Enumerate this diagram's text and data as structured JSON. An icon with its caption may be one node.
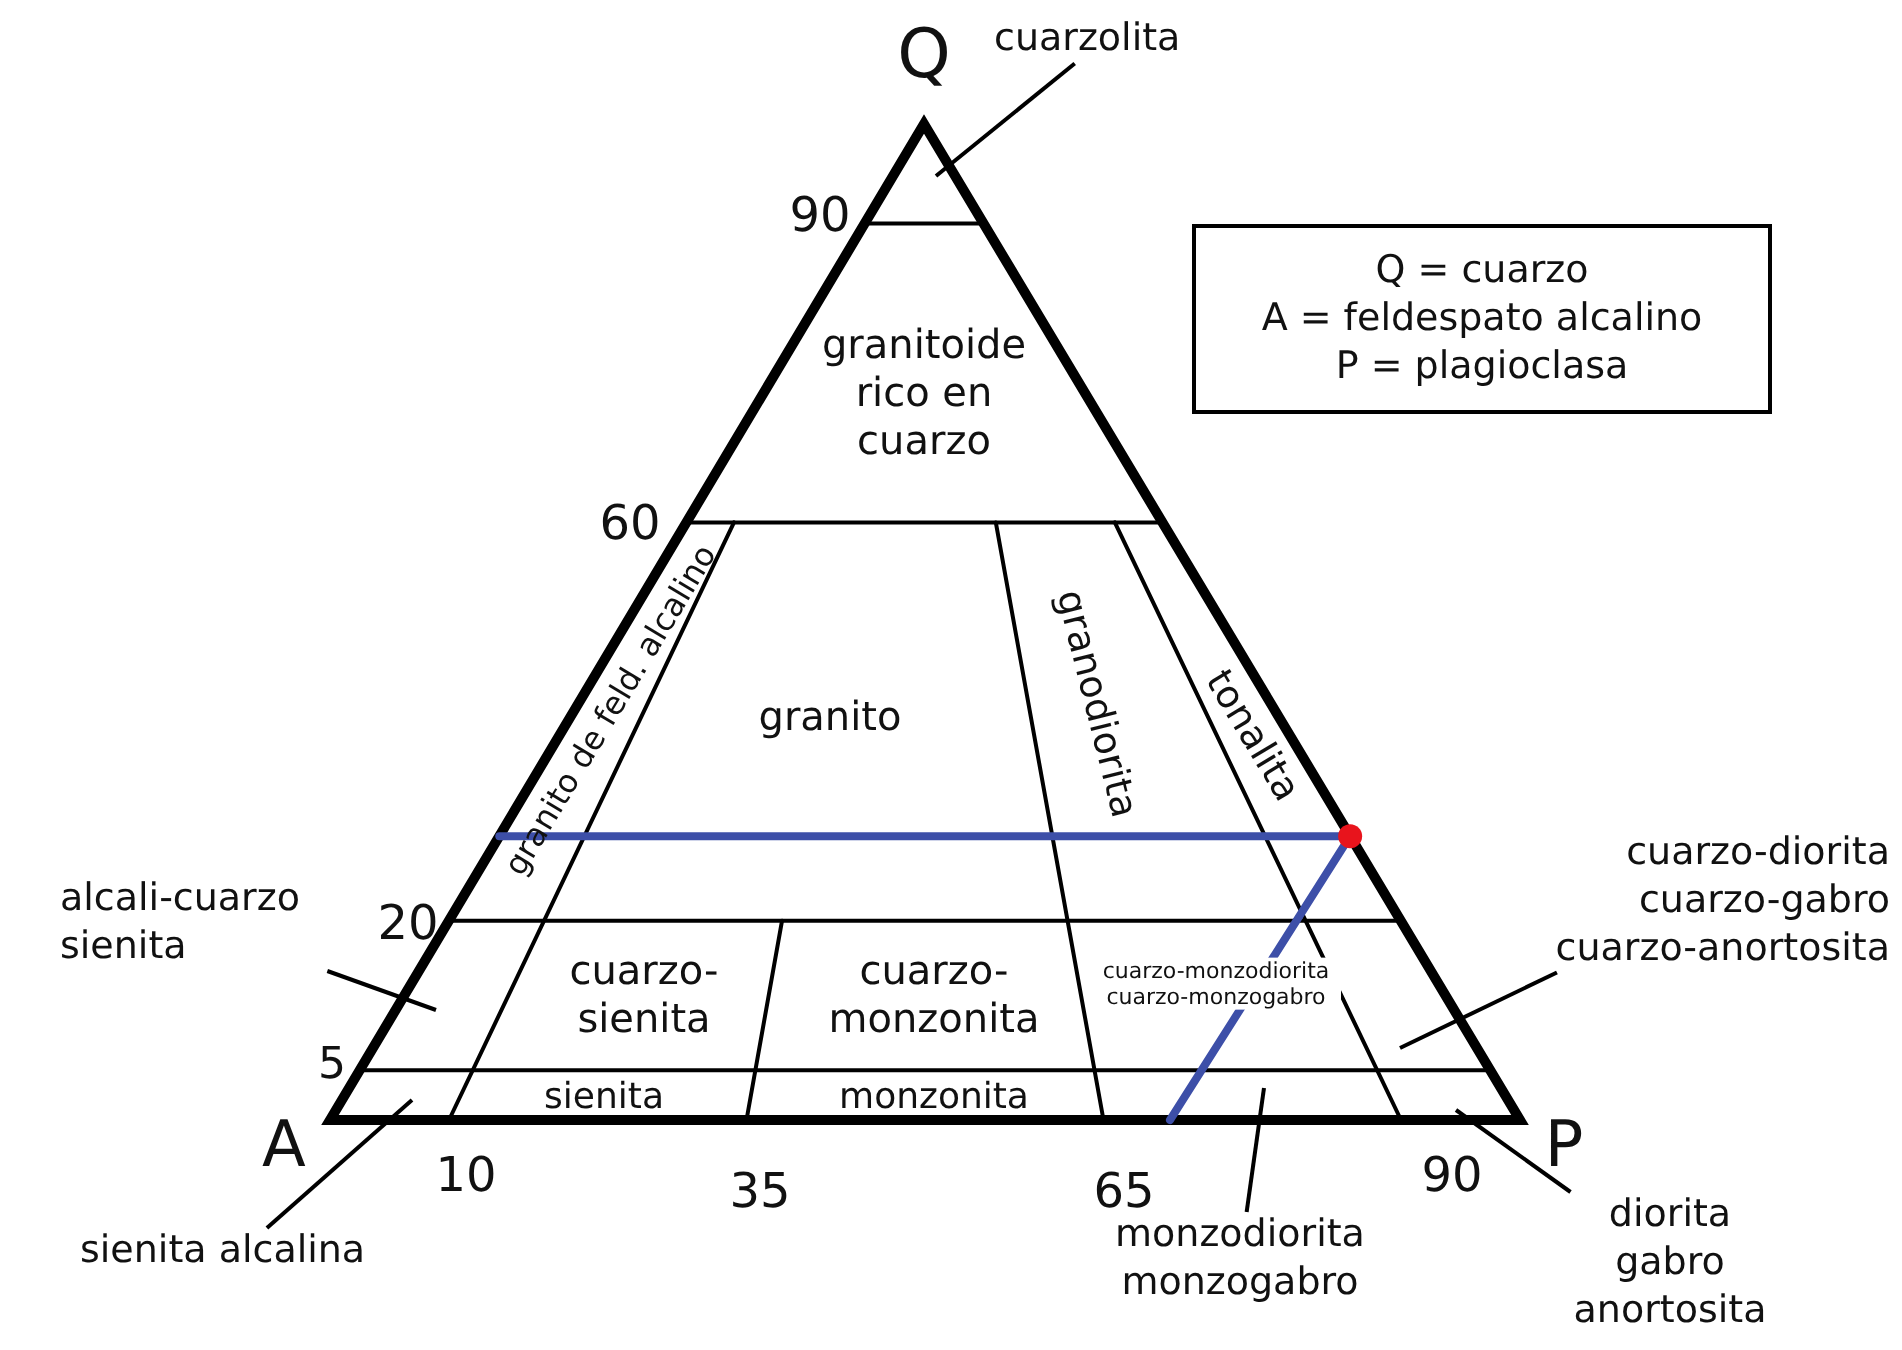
{
  "diagram": {
    "nodes": [
      {
        "text": [
          "cuarzolita"
        ]
      },
      {
        "text": [
          "Q = cuarzo",
          "A = feldespato alcalino",
          "P = plagioclasa"
        ]
      },
      {
        "text": [
          "alcali-cuarzo sienita"
        ]
      },
      {
        "text": [
          "cuarzo-diorita",
          "cuarzo-gabro",
          "cuarzo-anortosita"
        ]
      },
      {
        "text": [
          "sienita alcalina"
        ]
      },
      {
        "text": [
          "monzodiorita",
          "monzogabro"
        ]
      },
      {
        "text": [
          "diorita",
          "gabro",
          "anortosita"
        ]
      }
    ],
    "edges": [
      {
        "from": 0,
        "to": null,
        "arrow": "none"
      },
      {
        "from": 2,
        "to": null,
        "arrow": "none"
      },
      {
        "from": 3,
        "to": null,
        "arrow": "none"
      },
      {
        "from": 4,
        "to": null,
        "arrow": "none"
      },
      {
        "from": 5,
        "to": null,
        "arrow": "none"
      },
      {
        "from": 6,
        "to": null,
        "arrow": "none"
      }
    ],
    "labels": [
      "Q",
      "90",
      "granitoide rico en cuarzo",
      "60",
      "granito de feld. alcalino",
      "granito",
      "granodiorita",
      "tonalita",
      "20",
      "cuarzo- sienita",
      "cuarzo- monzonita",
      "cuarzo-monzodiorita cuarzo-monzogabro",
      "5",
      "sienita",
      "monzonita",
      "A",
      "P",
      "10",
      "35",
      "65",
      "90"
    ]
  }
}
